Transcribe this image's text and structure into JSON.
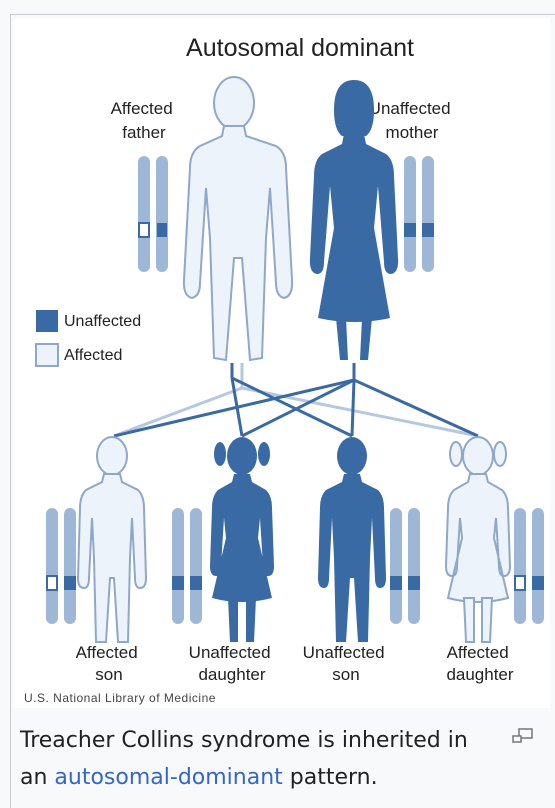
{
  "figure": {
    "title": "Autosomal dominant",
    "parents": {
      "father": [
        "Affected",
        "father"
      ],
      "mother": [
        "Unaffected",
        "mother"
      ]
    },
    "legend": {
      "dark": "Unaffected",
      "light": "Affected"
    },
    "children": [
      {
        "line1": "Affected",
        "line2": "son"
      },
      {
        "line1": "Unaffected",
        "line2": "daughter"
      },
      {
        "line1": "Unaffected",
        "line2": "son"
      },
      {
        "line1": "Affected",
        "line2": "daughter"
      }
    ],
    "credit": "U.S. National Library of Medicine"
  },
  "caption": {
    "before": "Treacher Collins syndrome is inherited in an ",
    "link": "autosomal-dominant",
    "after": " pattern."
  },
  "colors": {
    "dark": "#3a6aa3",
    "mid": "#9fb7d6",
    "light": "#edf3fa",
    "outline": "#8fa8c8"
  },
  "icons": {
    "enlarge": "magnify-clip-icon"
  }
}
